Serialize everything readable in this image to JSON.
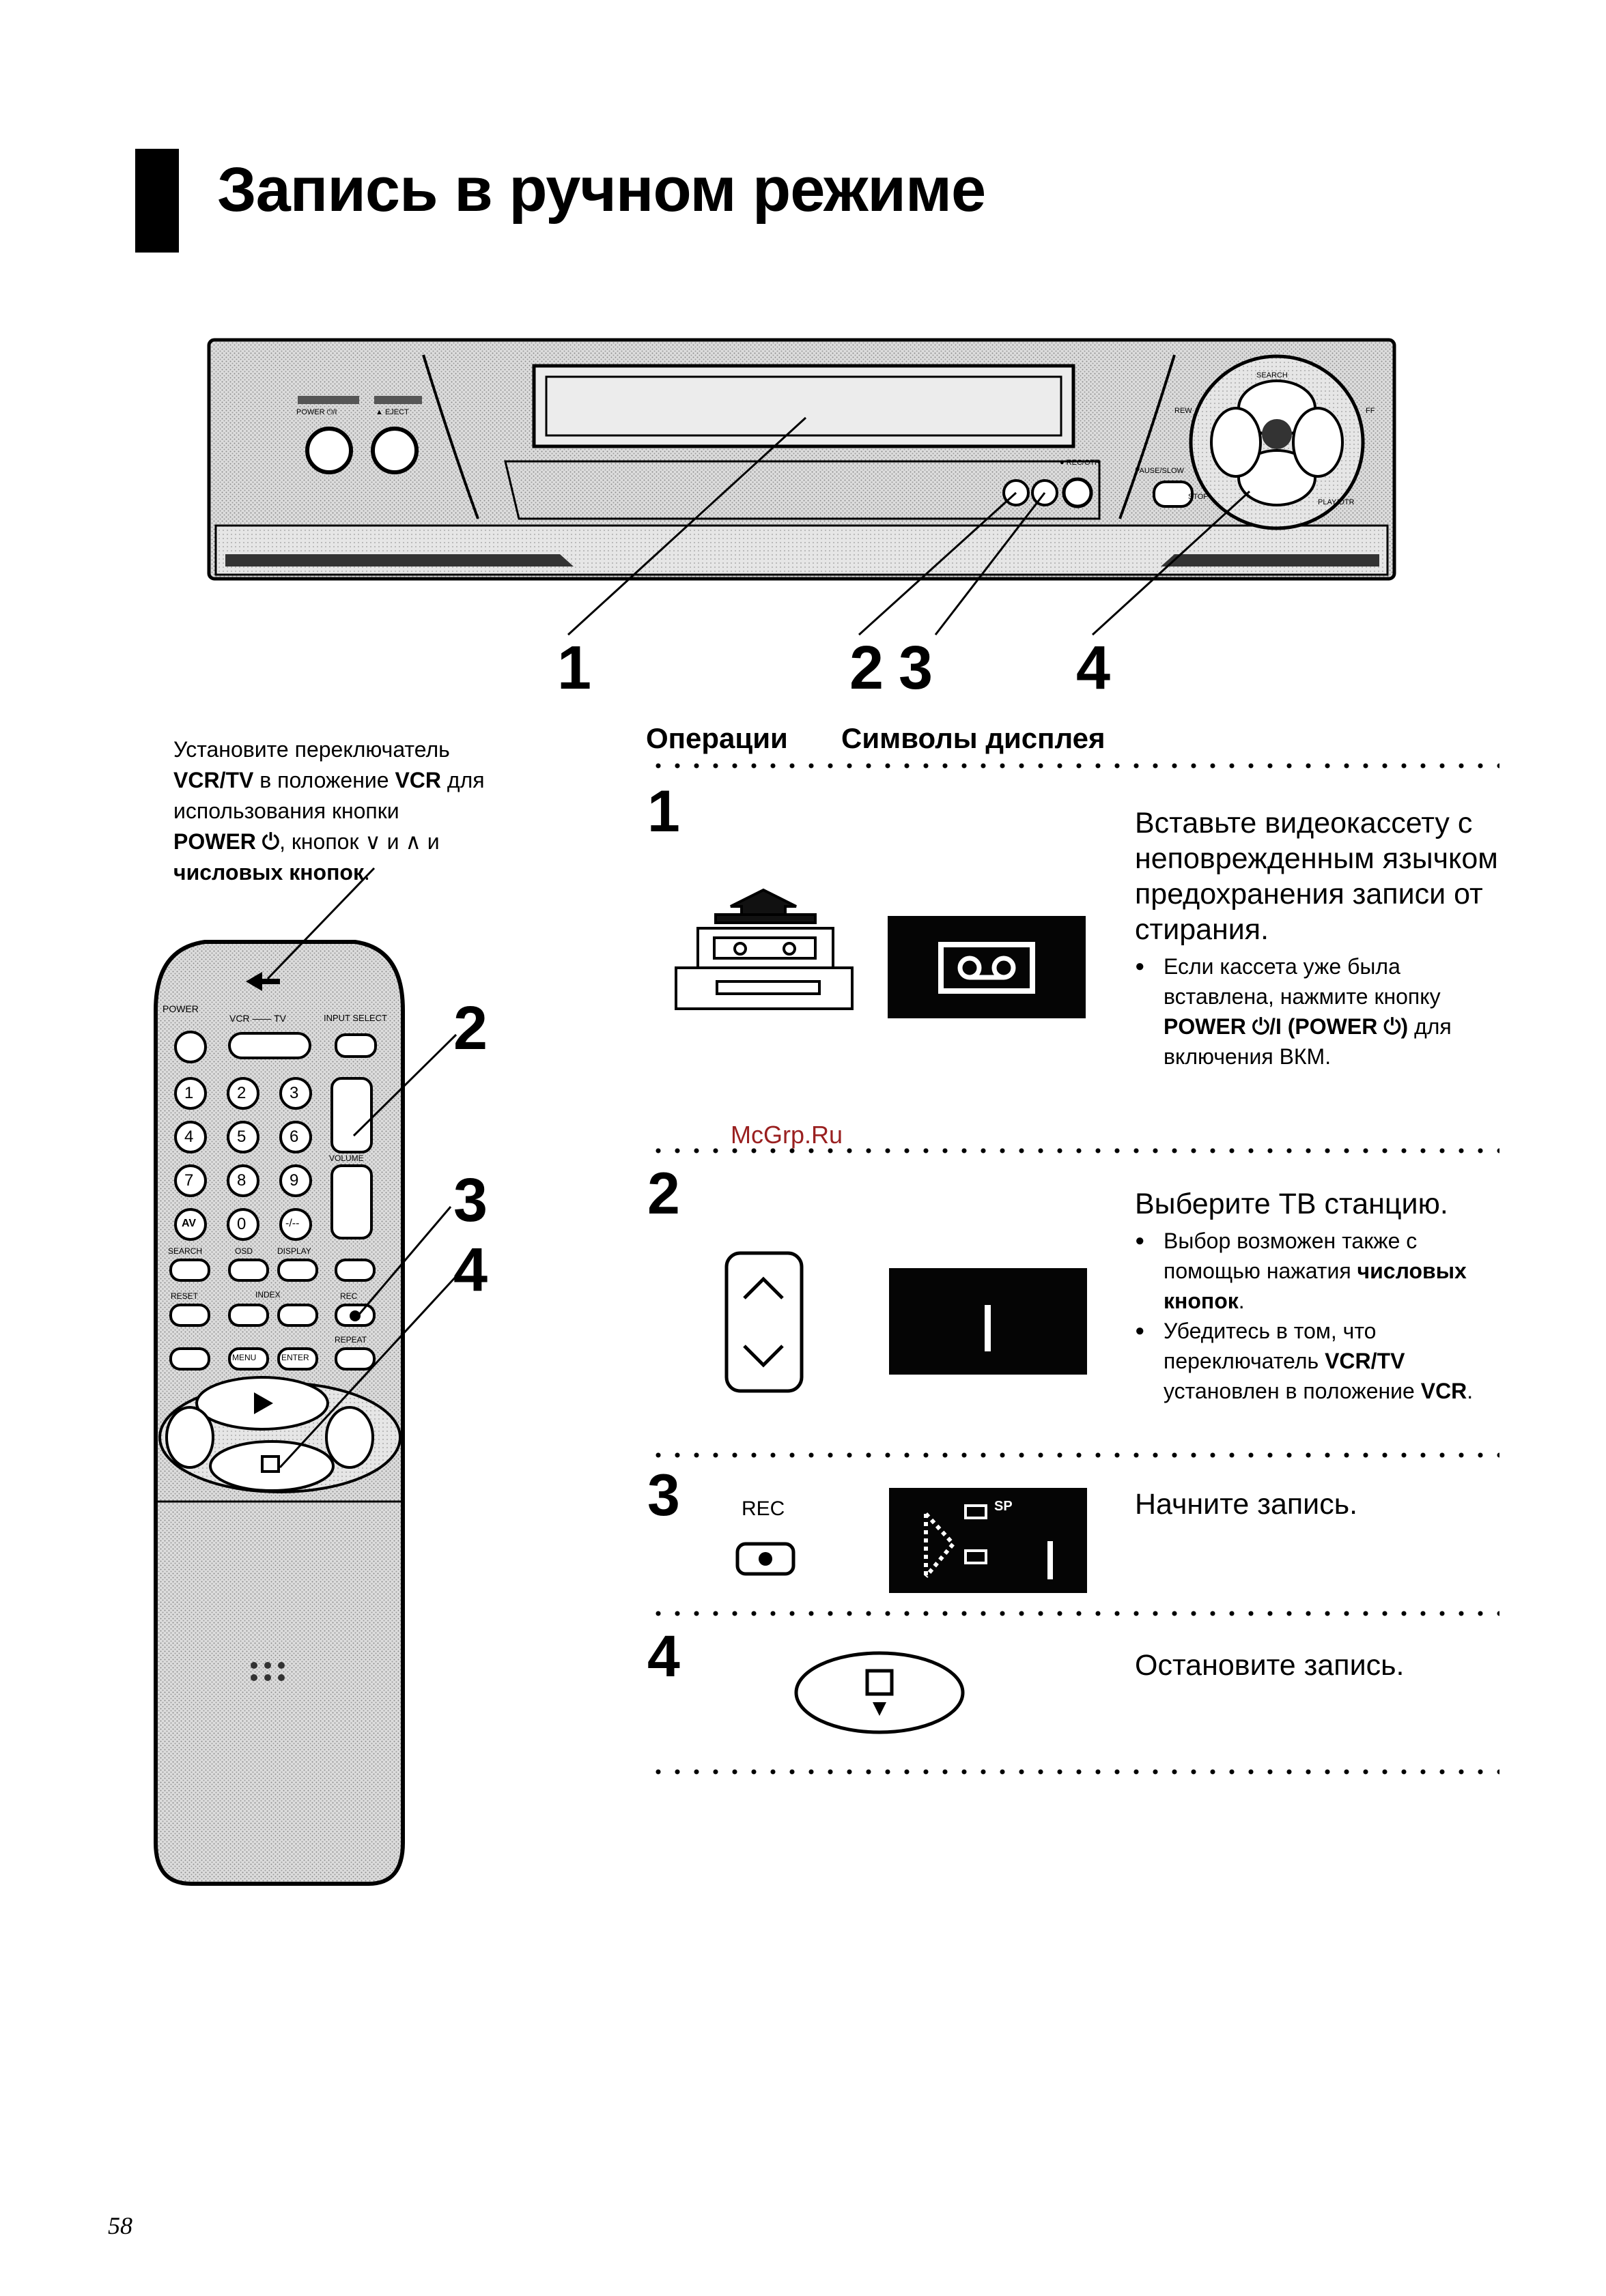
{
  "page": {
    "title": "Запись в ручном режиме",
    "page_number": "58",
    "watermark": "McGrp.Ru"
  },
  "vcr_callouts": [
    "1",
    "2",
    "3",
    "4"
  ],
  "vcr_panel": {
    "power_label": "POWER ⏻/I",
    "eject_label": "▲ EJECT",
    "search_label": "SEARCH",
    "rew_label": "REW",
    "ff_label": "FF",
    "stop_label": "STOP",
    "play_label": "PLAY/OTR",
    "rec_label": "● REC/OTR",
    "pause_label": "PAUSE/SLOW"
  },
  "remote_callouts": [
    "2",
    "3",
    "4"
  ],
  "remote": {
    "power": "POWER",
    "vcr_tv": "VCR —— TV",
    "input_select": "INPUT SELECT",
    "numbers": [
      "1",
      "2",
      "3",
      "4",
      "5",
      "6",
      "7",
      "8",
      "9",
      "AV",
      "0",
      "-/--"
    ],
    "volume": "VOLUME",
    "search": "SEARCH",
    "osd": "OSD",
    "display": "DISPLAY",
    "reset": "RESET",
    "index": "INDEX",
    "rec": "REC",
    "menu": "MENU",
    "enter": "ENTER",
    "repeat": "REPEAT"
  },
  "setup_note": {
    "line1": "Установите переключатель",
    "vcr_tv": "VCR/TV",
    "text2": " в положение ",
    "vcr": "VCR",
    "text3": " для использования кнопки",
    "power": "POWER ⏻",
    "text4": ", кнопок ",
    "down_arrow": "∨",
    "and1": " и ",
    "up_arrow": "∧",
    "and2": " и ",
    "numeric": "числовых кнопок",
    "end": "."
  },
  "headers": {
    "operations": "Операции",
    "display_symbols": "Символы дисплея"
  },
  "steps": [
    {
      "num": "1",
      "main": "Вставьте видеокассету с неповрежденным язычком предохранения записи от стирания.",
      "bullet1": {
        "pre": "Если кассета уже была вставлена, нажмите кнопку ",
        "b1": "POWER ⏻/I (POWER ⏻)",
        "post": " для включения ВКМ."
      }
    },
    {
      "num": "2",
      "main": "Выберите ТВ станцию.",
      "bullet1": {
        "pre": "Выбор возможен также с помощью нажатия ",
        "b1": "числовых кнопок",
        "post": "."
      },
      "bullet2": {
        "pre": "Убедитесь в том, что переключатель ",
        "b1": "VCR/TV",
        "mid": " установлен в положение ",
        "b2": "VCR",
        "post": "."
      },
      "display": "1"
    },
    {
      "num": "3",
      "main": "Начните запись.",
      "rec_label": "REC",
      "display_sp": "SP",
      "display_channel": "1"
    },
    {
      "num": "4",
      "main": "Остановите запись."
    }
  ]
}
